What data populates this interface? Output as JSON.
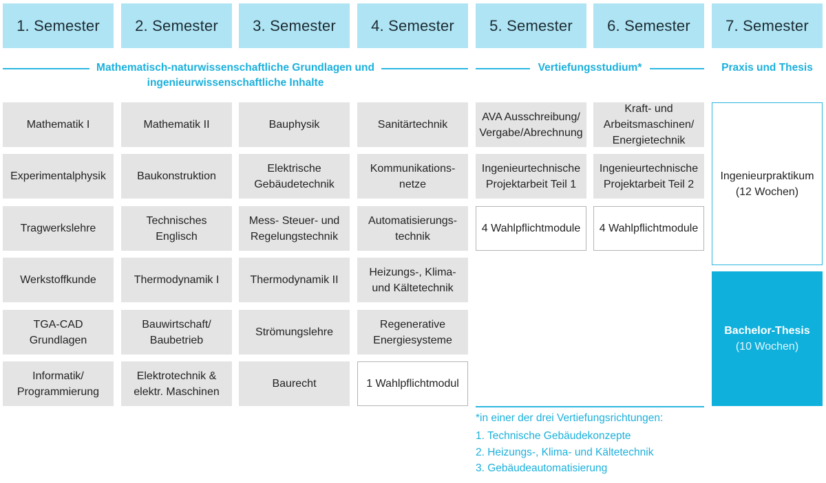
{
  "semesters": [
    "1. Semester",
    "2. Semester",
    "3. Semester",
    "4. Semester",
    "5. Semester",
    "6. Semester",
    "7. Semester"
  ],
  "sections": {
    "foundations": "Mathematisch-naturwissenschaftliche Grundlagen und\ningenieurwissenschaftliche Inhalte",
    "specialization": "Vertiefungsstudium*",
    "practice": "Praxis und Thesis"
  },
  "columns": {
    "sem1": [
      "Mathematik I",
      "Experimentalphysik",
      "Tragwerkslehre",
      "Werkstoffkunde",
      "TGA-CAD\nGrundlagen",
      "Informatik/\nProgrammierung"
    ],
    "sem2": [
      "Mathematik II",
      "Baukonstruktion",
      "Technisches\nEnglisch",
      "Thermodynamik I",
      "Bauwirtschaft/\nBaubetrieb",
      "Elektrotechnik &\nelektr. Maschinen"
    ],
    "sem3": [
      "Bauphysik",
      "Elektrische\nGebäudetechnik",
      "Mess- Steuer- und\nRegelungstechnik",
      "Thermodynamik II",
      "Strömungslehre",
      "Baurecht"
    ],
    "sem4": [
      "Sanitärtechnik",
      "Kommunikations-\nnetze",
      "Automatisierungs-\ntechnik",
      "Heizungs-, Klima-\nund Kältetechnik",
      "Regenerative\nEnergiesysteme",
      "1 Wahlpflichtmodul"
    ],
    "sem5": [
      "AVA Ausschreibung/\nVergabe/Abrechnung",
      "Ingenieurtechnische\nProjektarbeit Teil 1",
      "4 Wahlpflichtmodule"
    ],
    "sem6": [
      "Kraft- und\nArbeitsmaschinen/\nEnergietechnik",
      "Ingenieurtechnische\nProjektarbeit Teil 2",
      "4 Wahlpflichtmodule"
    ]
  },
  "sem7": {
    "internship": "Ingenieurpraktikum\n(12 Wochen)",
    "thesis_title": "Bachelor-Thesis",
    "thesis_duration": "(10 Wochen)"
  },
  "footnote": {
    "intro": "*in einer der drei Vertiefungsrichtungen:",
    "items": [
      "1. Technische Gebäudekonzepte",
      "2. Heizungs-, Klima- und Kältetechnik",
      "3. Gebäudeautomatisierung"
    ]
  },
  "colors": {
    "header_bg": "#aee4f3",
    "module_bg": "#e4e4e4",
    "accent": "#1bb0dc",
    "thesis_bg": "#0fb0dc"
  }
}
